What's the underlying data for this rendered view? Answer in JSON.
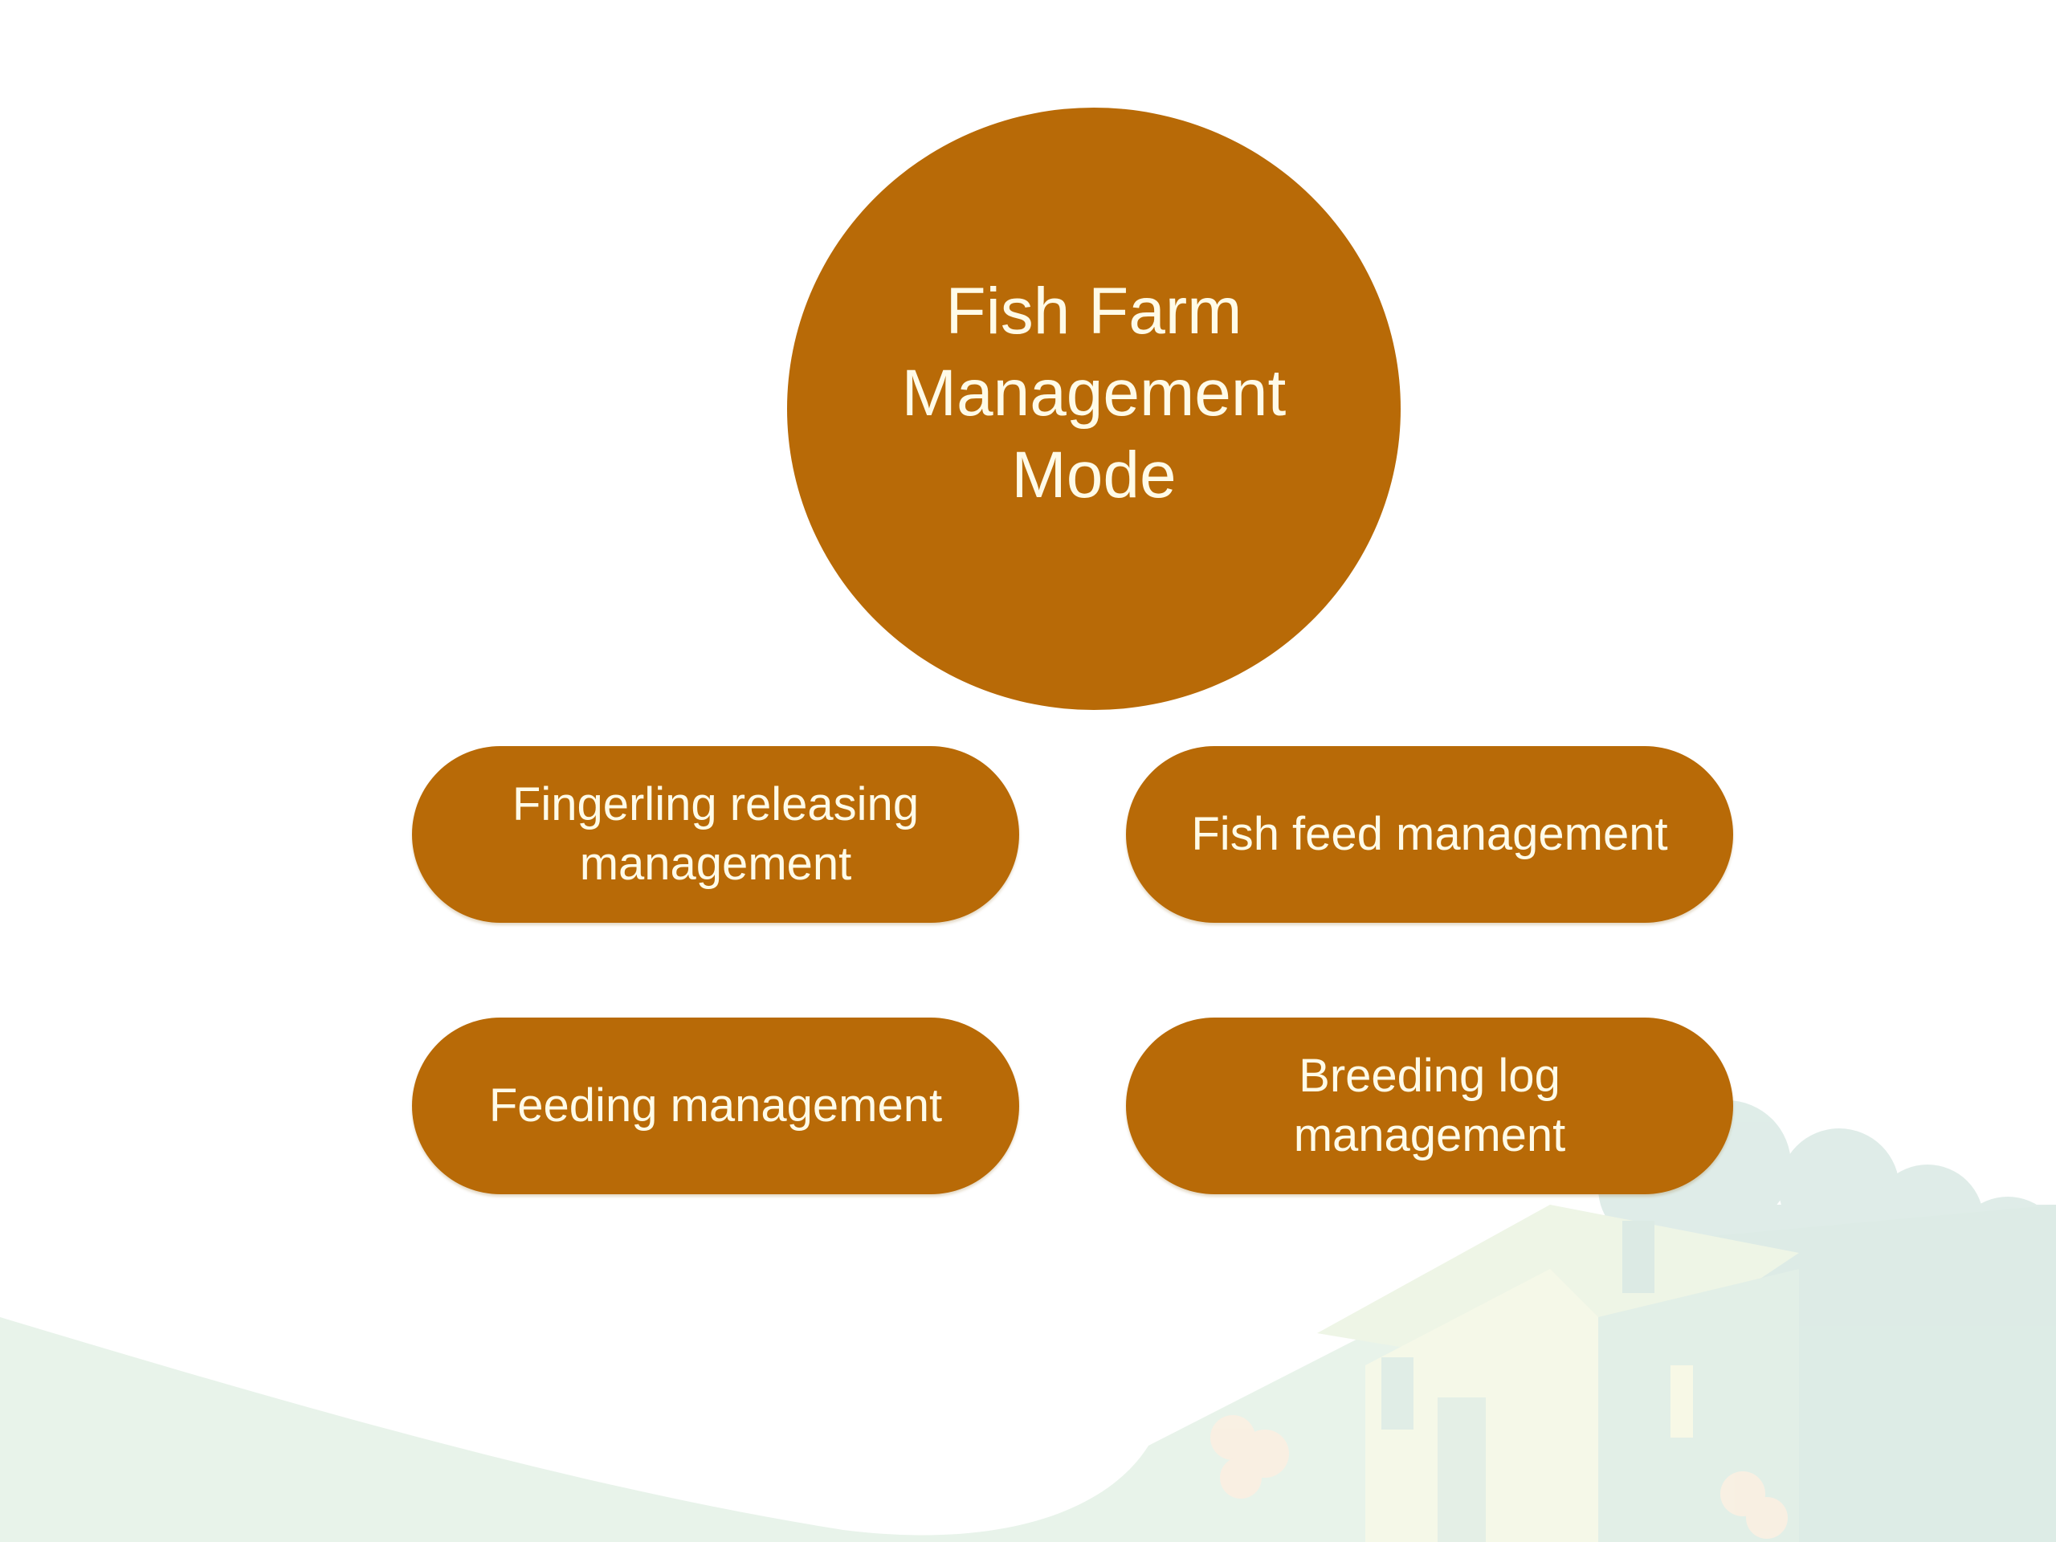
{
  "diagram": {
    "root": {
      "label": "Fish Farm\nManagement\nMode"
    },
    "children": [
      {
        "label": "Fingerling releasing\nmanagement"
      },
      {
        "label": "Fish feed management"
      },
      {
        "label": "Feeding management"
      },
      {
        "label": "Breeding log\nmanagement"
      }
    ]
  },
  "colors": {
    "node_fill": "#b86a07",
    "node_text": "#fffbe8",
    "background": "#ffffff",
    "decor_green": "#e8f3ea"
  }
}
